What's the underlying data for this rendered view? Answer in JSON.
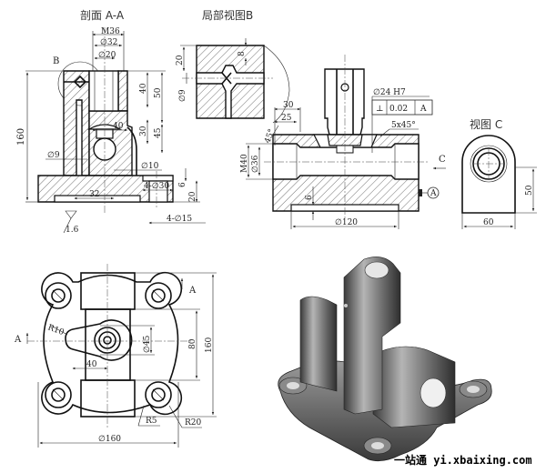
{
  "views": {
    "section_aa": {
      "title": "剖面 A-A",
      "label_b": "B",
      "dims": {
        "m36": "M36",
        "d32": "∅32",
        "d20": "∅20",
        "h40": "40",
        "h50": "50",
        "w40": "40",
        "h30": "30",
        "h45": "45",
        "h160": "160",
        "d9": "∅9",
        "d10": "∅10",
        "w32": "32",
        "holes30": "4-∅30",
        "h6": "6",
        "h20": "20",
        "holes15": "4-∅15",
        "roughness": "1.6"
      }
    },
    "detail_b": {
      "title": "局部视图B",
      "dims": {
        "h20": "20",
        "d9": "∅9",
        "h8": "8"
      }
    },
    "front_section": {
      "dims": {
        "d24": "∅24 H7",
        "tol_symbol": "⊥",
        "tol_value": "0.02",
        "tol_datum": "A",
        "w30": "30",
        "w25": "25",
        "a45": "45°",
        "chamfer": "5x45°",
        "m40": "M40",
        "d36": "∅36",
        "h6": "6",
        "d120": "∅120",
        "datum_a": "A",
        "arrow_c": "C"
      }
    },
    "view_c": {
      "title": "视图 C",
      "dims": {
        "h50": "50",
        "w60": "60"
      }
    },
    "top_view": {
      "section_mark": "A",
      "dims": {
        "r10": "R10",
        "d45": "∅45",
        "h80": "80",
        "h160": "160",
        "w40": "40",
        "r5": "R5",
        "r20": "R20",
        "d160": "∅160"
      }
    },
    "render_3d": {
      "description": "isometric-render"
    }
  },
  "watermark": "一站通 yi.xbaixing.com"
}
